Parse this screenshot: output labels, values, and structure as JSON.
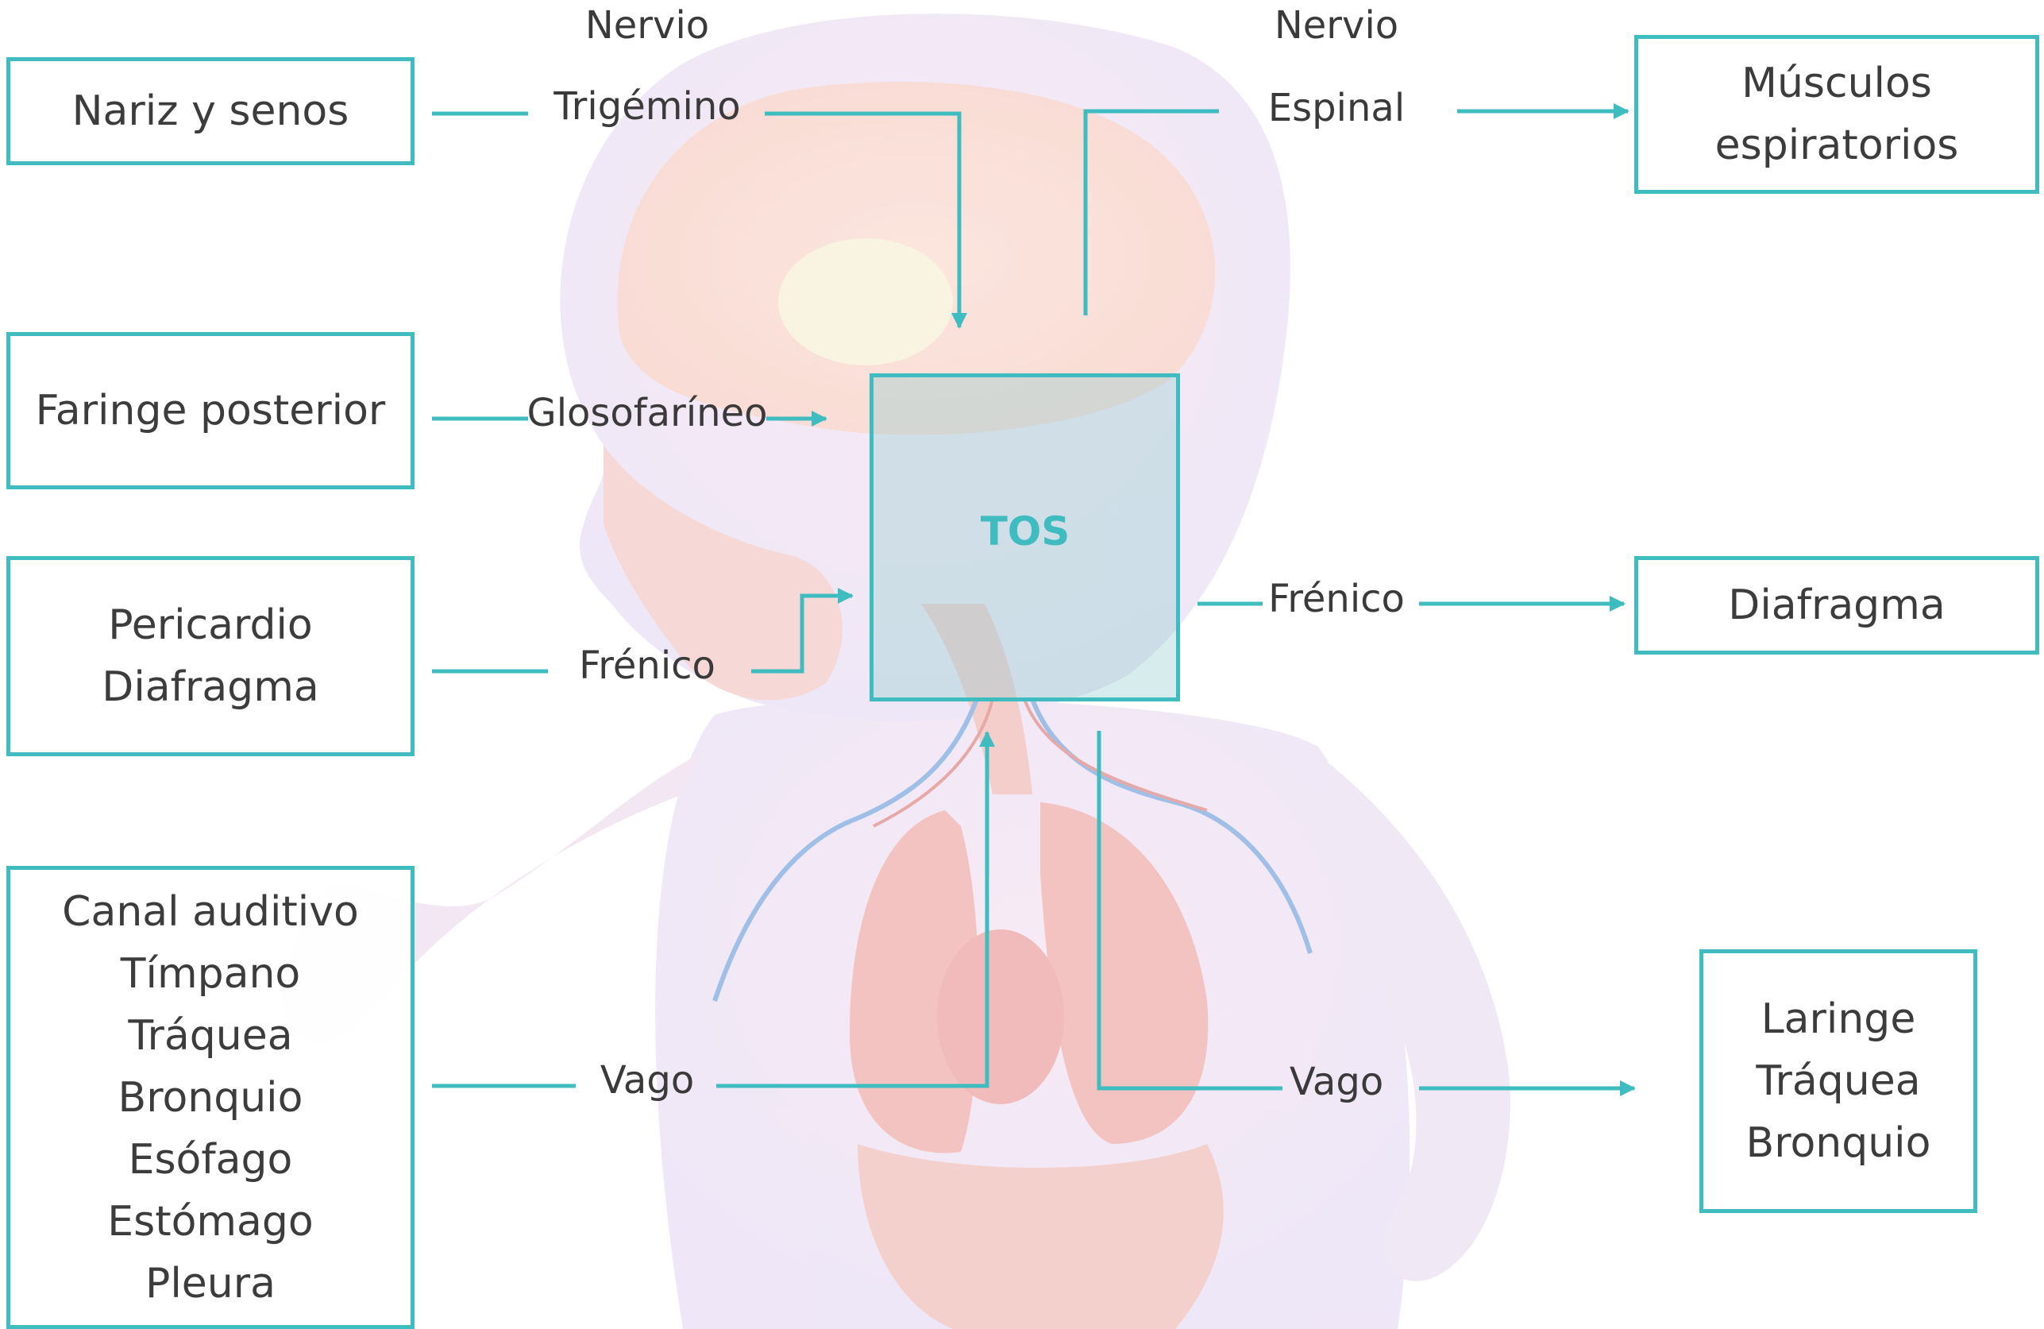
{
  "colors": {
    "accent": "#3fbcbf",
    "text": "#3a3a3a"
  },
  "center": {
    "label": "TOS"
  },
  "headers": {
    "left": "Nervio",
    "right": "Nervio"
  },
  "afferent": {
    "trigemino": {
      "receptors": [
        "Nariz y senos"
      ],
      "nerve": "Trigémino"
    },
    "glosofaringeo": {
      "receptors": [
        "Faringe posterior"
      ],
      "nerve": "Glosofaríneo"
    },
    "frenico": {
      "receptors": [
        "Pericardio",
        "Diafragma"
      ],
      "nerve": "Frénico"
    },
    "vago": {
      "receptors": [
        "Canal auditivo",
        "Tímpano",
        "Tráquea",
        "Bronquio",
        "Esófago",
        "Estómago",
        "Pleura"
      ],
      "nerve": "Vago"
    }
  },
  "efferent": {
    "espinal": {
      "nerve": "Espinal",
      "effectors": [
        "Músculos",
        "espiratorios"
      ]
    },
    "frenico": {
      "nerve": "Frénico",
      "effectors": [
        "Diafragma"
      ]
    },
    "vago": {
      "nerve": "Vago",
      "effectors": [
        "Laringe",
        "Tráquea",
        "Bronquio"
      ]
    }
  }
}
